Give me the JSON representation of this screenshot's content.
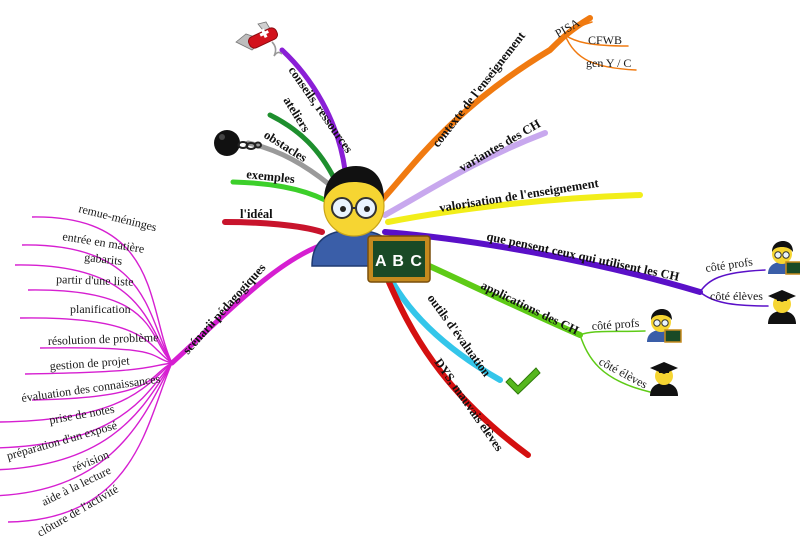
{
  "center": {
    "icon": "teacher-with-abc-board-icon",
    "board_text": "A B C"
  },
  "branches": {
    "conseils": "conseils, ressources",
    "ateliers": "ateliers",
    "obstacles": "obstacles",
    "exemples": "exemples",
    "ideal": "l'idéal",
    "scenarii": "scénarii pédagogiques",
    "contexte": "contexte de l'enseignement",
    "variantes": "variantes des CH",
    "valorisation": "valorisation de l'enseignement",
    "que_pensent": "que pensent ceux qui utilisent les CH",
    "applications": "applications des CH",
    "outils": "outils d'évaluation",
    "dys": "DYS, mauvais élèves"
  },
  "contexte_children": [
    "PISA",
    "CFWB",
    "gen Y / C"
  ],
  "que_pensent_children": [
    "côté profs",
    "côté élèves"
  ],
  "applications_children": [
    "côté profs",
    "côté élèves"
  ],
  "scenarii_children": [
    "remue-méninges",
    "entrée en matière",
    "gabarits",
    "partir d'une liste",
    "planification",
    "résolution de problème",
    "gestion de projet",
    "évaluation des connaissances",
    "prise de notes",
    "préparation d'un exposé",
    "révision",
    "aide à la lecture",
    "clôture de l'activité"
  ],
  "icons": {
    "conseils": "swiss-army-knife-icon",
    "obstacles": "ball-and-chain-icon",
    "outils": "checkmark-icon",
    "profs": "teacher-icon",
    "eleves": "graduate-icon"
  },
  "colors": {
    "conseils": "#8a1fd6",
    "ateliers": "#1e8f2e",
    "obstacles": "#9a9a9a",
    "exemples": "#3ccf2a",
    "ideal": "#c8142c",
    "scenarii": "#d61fd1",
    "contexte": "#f07a10",
    "variantes": "#c8a8ee",
    "valorisation": "#f2ee1a",
    "que_pensent": "#5a10c8",
    "applications": "#5ecb16",
    "outils": "#34c6ea",
    "dys": "#d41010"
  }
}
